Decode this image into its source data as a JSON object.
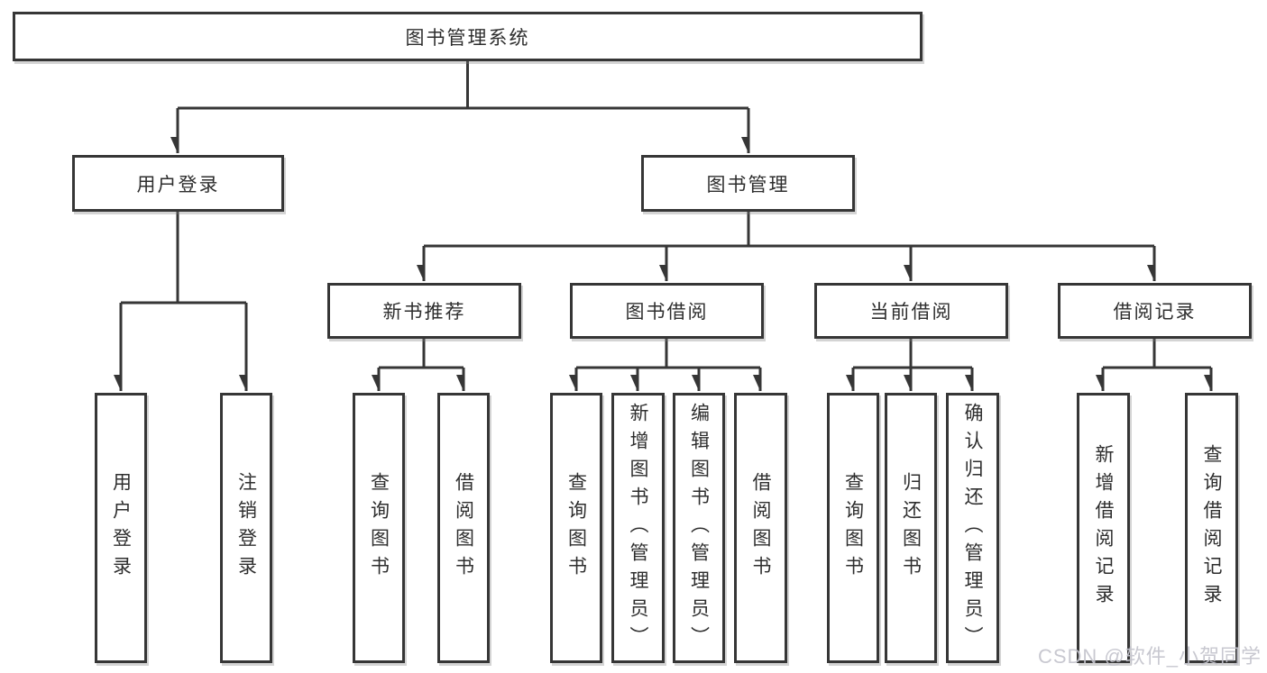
{
  "title": "图书管理系统",
  "tree": {
    "root": {
      "label": "图书管理系统",
      "children": [
        {
          "label": "用户登录",
          "children": [
            {
              "label": "用户登录"
            },
            {
              "label": "注销登录"
            }
          ]
        },
        {
          "label": "图书管理",
          "children": [
            {
              "label": "新书推荐",
              "children": [
                {
                  "label": "查询图书"
                },
                {
                  "label": "借阅图书"
                }
              ]
            },
            {
              "label": "图书借阅",
              "children": [
                {
                  "label": "查询图书"
                },
                {
                  "label": "新增图书（管理员）"
                },
                {
                  "label": "编辑图书（管理员）"
                },
                {
                  "label": "借阅图书"
                }
              ]
            },
            {
              "label": "当前借阅",
              "children": [
                {
                  "label": "查询图书"
                },
                {
                  "label": "归还图书"
                },
                {
                  "label": "确认归还（管理员）"
                }
              ]
            },
            {
              "label": "借阅记录",
              "children": [
                {
                  "label": "新增借阅记录"
                },
                {
                  "label": "查询借阅记录"
                }
              ]
            }
          ]
        }
      ]
    }
  },
  "watermark": {
    "text": "CSDN @软件_小贺同学"
  },
  "colors": {
    "line": "#363636",
    "text": "#2e2e2e",
    "background": "#ffffff",
    "watermark": "#c4c4cd"
  }
}
